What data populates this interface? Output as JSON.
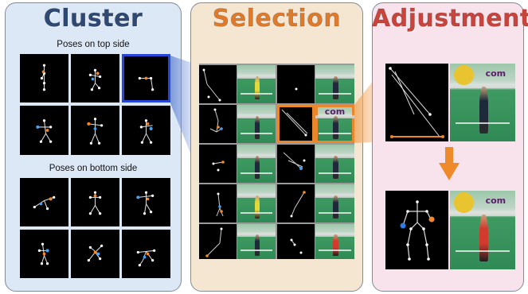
{
  "cluster": {
    "title": "Cluster",
    "top_label": "Poses on top side",
    "bottom_label": "Poses on bottom side"
  },
  "selection": {
    "title": "Selection"
  },
  "adjustment": {
    "title": "Adjustment",
    "sponsor_text": "com"
  },
  "colors": {
    "cluster_bg": "#dde8f6",
    "selection_bg": "#f5e6d2",
    "adjust_bg": "#f8e3ec",
    "cluster_title": "#2e4a74",
    "selection_title": "#e07a2b",
    "adjust_title": "#c9443c",
    "highlight_blue": "#2747d6",
    "highlight_orange": "#e8872c",
    "arrow_orange": "#ee8a2a"
  }
}
